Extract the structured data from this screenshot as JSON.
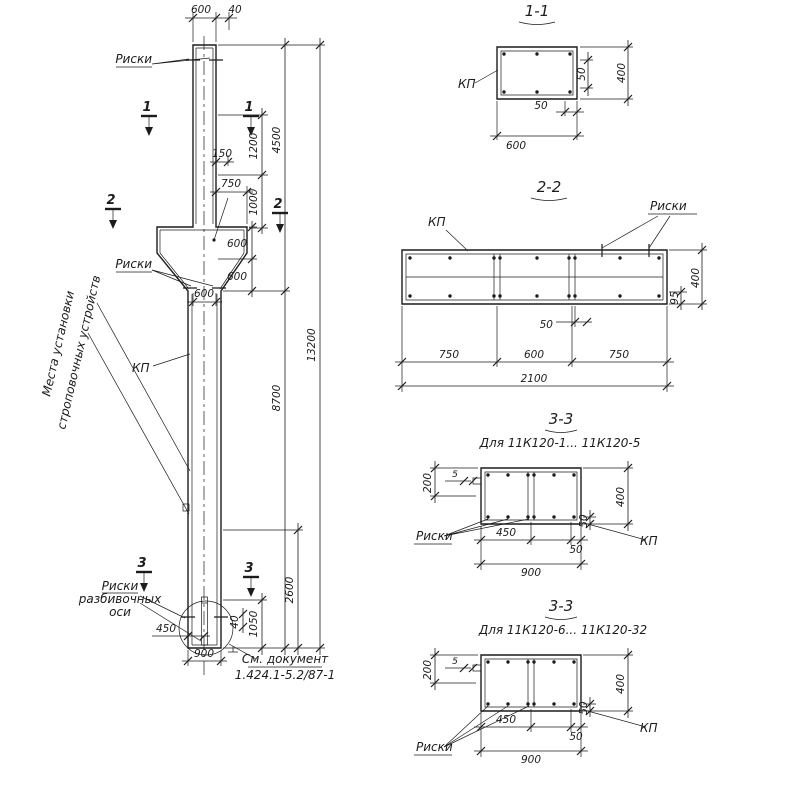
{
  "elevation": {
    "labels": {
      "riski_top": "Риски",
      "riski_mid": "Риски",
      "kp": "КП",
      "lifting1": "Места установки",
      "lifting2": "строповочных устройств",
      "riski_axes_1": "Риски",
      "riski_axes_2": "разбивочных",
      "riski_axes_3": "оси",
      "doc_1": "См. документ",
      "doc_2": "1.424.1-5.2/87-1"
    },
    "sections": {
      "s1": "1",
      "s2": "2",
      "s3": "3"
    },
    "dims": {
      "top_600": "600",
      "top_40": "40",
      "d150": "150",
      "d750": "750",
      "d1200": "1200",
      "d1000": "1000",
      "d4500": "4500",
      "d8700": "8700",
      "d13200": "13200",
      "corbel_600a": "600",
      "corbel_600b": "600",
      "corbel_600c": "600",
      "d2600": "2600",
      "d1050": "1050",
      "d40b": "40",
      "d450": "450",
      "d900": "900"
    }
  },
  "section11": {
    "title": "1-1",
    "kp": "КП",
    "dims": {
      "r50": "50",
      "r400": "400",
      "b50": "50",
      "b600": "600"
    }
  },
  "section22": {
    "title": "2-2",
    "kp": "КП",
    "riski": "Риски",
    "dims": {
      "r95": "95",
      "r400": "400",
      "b50": "50",
      "b750a": "750",
      "b600": "600",
      "b750b": "750",
      "b2100": "2100"
    }
  },
  "section33a": {
    "title": "3-3",
    "subtitle": "Для 11К120-1... 11К120-5",
    "riski": "Риски",
    "kp": "КП",
    "dims": {
      "l200": "200",
      "l5": "5",
      "r50": "50",
      "r400": "400",
      "b450": "450",
      "b50": "50",
      "b900": "900"
    }
  },
  "section33b": {
    "title": "3-3",
    "subtitle": "Для 11К120-6... 11К120-32",
    "riski": "Риски",
    "kp": "КП",
    "dims": {
      "l200": "200",
      "l5": "5",
      "r50": "50",
      "r400": "400",
      "b450": "450",
      "b50": "50",
      "b900": "900"
    }
  }
}
